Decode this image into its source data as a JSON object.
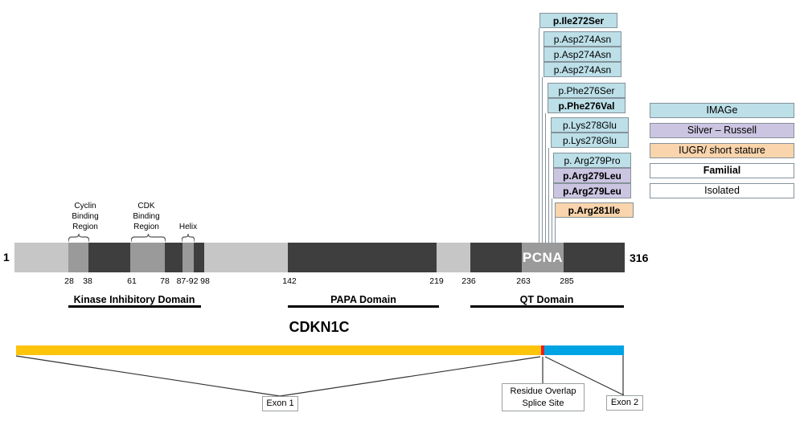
{
  "mutations": [
    {
      "label": "p.Ile272Ser",
      "category": "IMAGe",
      "bold": true
    },
    {
      "label": "p.Asp274Asn",
      "category": "IMAGe",
      "bold": false
    },
    {
      "label": "p.Asp274Asn",
      "category": "IMAGe",
      "bold": false
    },
    {
      "label": "p.Asp274Asn",
      "category": "IMAGe",
      "bold": false
    },
    {
      "label": "p.Phe276Ser",
      "category": "IMAGe",
      "bold": false
    },
    {
      "label": "p.Phe276Val",
      "category": "IMAGe",
      "bold": true
    },
    {
      "label": "p.Lys278Glu",
      "category": "IMAGe",
      "bold": false
    },
    {
      "label": "p.Lys278Glu",
      "category": "IMAGe",
      "bold": false
    },
    {
      "label": "p. Arg279Pro",
      "category": "IMAGe",
      "bold": false
    },
    {
      "label": "p.Arg279Leu",
      "category": "Silver – Russell",
      "bold": true
    },
    {
      "label": "p.Arg279Leu",
      "category": "Silver – Russell",
      "bold": true
    },
    {
      "label": "p.Arg281Ile",
      "category": "IUGR/ short stature",
      "bold": true
    }
  ],
  "legend": {
    "items": [
      {
        "label": "IMAGe",
        "bold": false
      },
      {
        "label": "Silver – Russell",
        "bold": false
      },
      {
        "label": "IUGR/ short stature",
        "bold": false
      },
      {
        "label": "Familial",
        "bold": true
      },
      {
        "label": "Isolated",
        "bold": false
      }
    ]
  },
  "protein": {
    "start_residue": "1",
    "end_residue": "316",
    "pcna_label": "PCNA",
    "ticks": [
      "28",
      "38",
      "61",
      "78",
      "87-92",
      "98",
      "142",
      "219",
      "236",
      "263",
      "285"
    ],
    "regions": [
      {
        "lines": [
          "Cyclin",
          "Binding",
          "Region"
        ],
        "span": "28-38"
      },
      {
        "lines": [
          "CDK",
          "Binding",
          "Region"
        ],
        "span": "61-78"
      },
      {
        "lines": [
          "Helix"
        ],
        "span": "87-92"
      }
    ],
    "domains": [
      {
        "label": "Kinase Inhibitory Domain"
      },
      {
        "label": "PAPA Domain"
      },
      {
        "label": "QT Domain"
      }
    ]
  },
  "gene": {
    "label": "CDKN1C",
    "exon1": "Exon 1",
    "exon2": "Exon 2",
    "splice": [
      "Residue Overlap",
      "Splice Site"
    ]
  },
  "colors": {
    "image": "#BCDFE8",
    "silver_russell": "#CCC5E2",
    "iugr": "#F9D4AC",
    "exon1_yellow": "#FDC40B",
    "exon2_blue": "#00A4E4",
    "splice_red": "#ED1C24",
    "bar_light": "#C6C6C6",
    "bar_mid": "#9A9A9A",
    "bar_dark": "#3E3E3E"
  }
}
